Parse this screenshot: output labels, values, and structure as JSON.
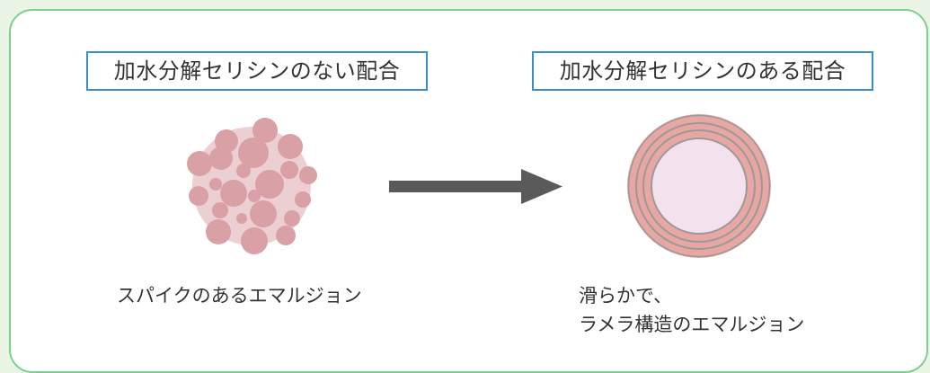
{
  "left": {
    "title": "加水分解セリシンのない配合",
    "caption": "スパイクのあるエマルジョン"
  },
  "right": {
    "title": "加水分解セリシンのある配合",
    "caption_line1": "滑らかで、",
    "caption_line2": "ラメラ構造のエマルジョン"
  },
  "colors": {
    "background": "#eaf5e6",
    "panel_border": "#7ccf8f",
    "label_border": "#3b8fc9",
    "spiky_core": "#eccfd2",
    "spiky_blobs": "#d9a0a6",
    "lamellar_rings": "#e9a7a3",
    "lamellar_separators": "#9a9a9a",
    "lamellar_core": "#f4e1ee",
    "arrow": "#5a5a5a"
  },
  "icons": {
    "left": "spiky-emulsion-droplet",
    "center": "right-arrow",
    "right": "lamellar-emulsion-droplet"
  }
}
